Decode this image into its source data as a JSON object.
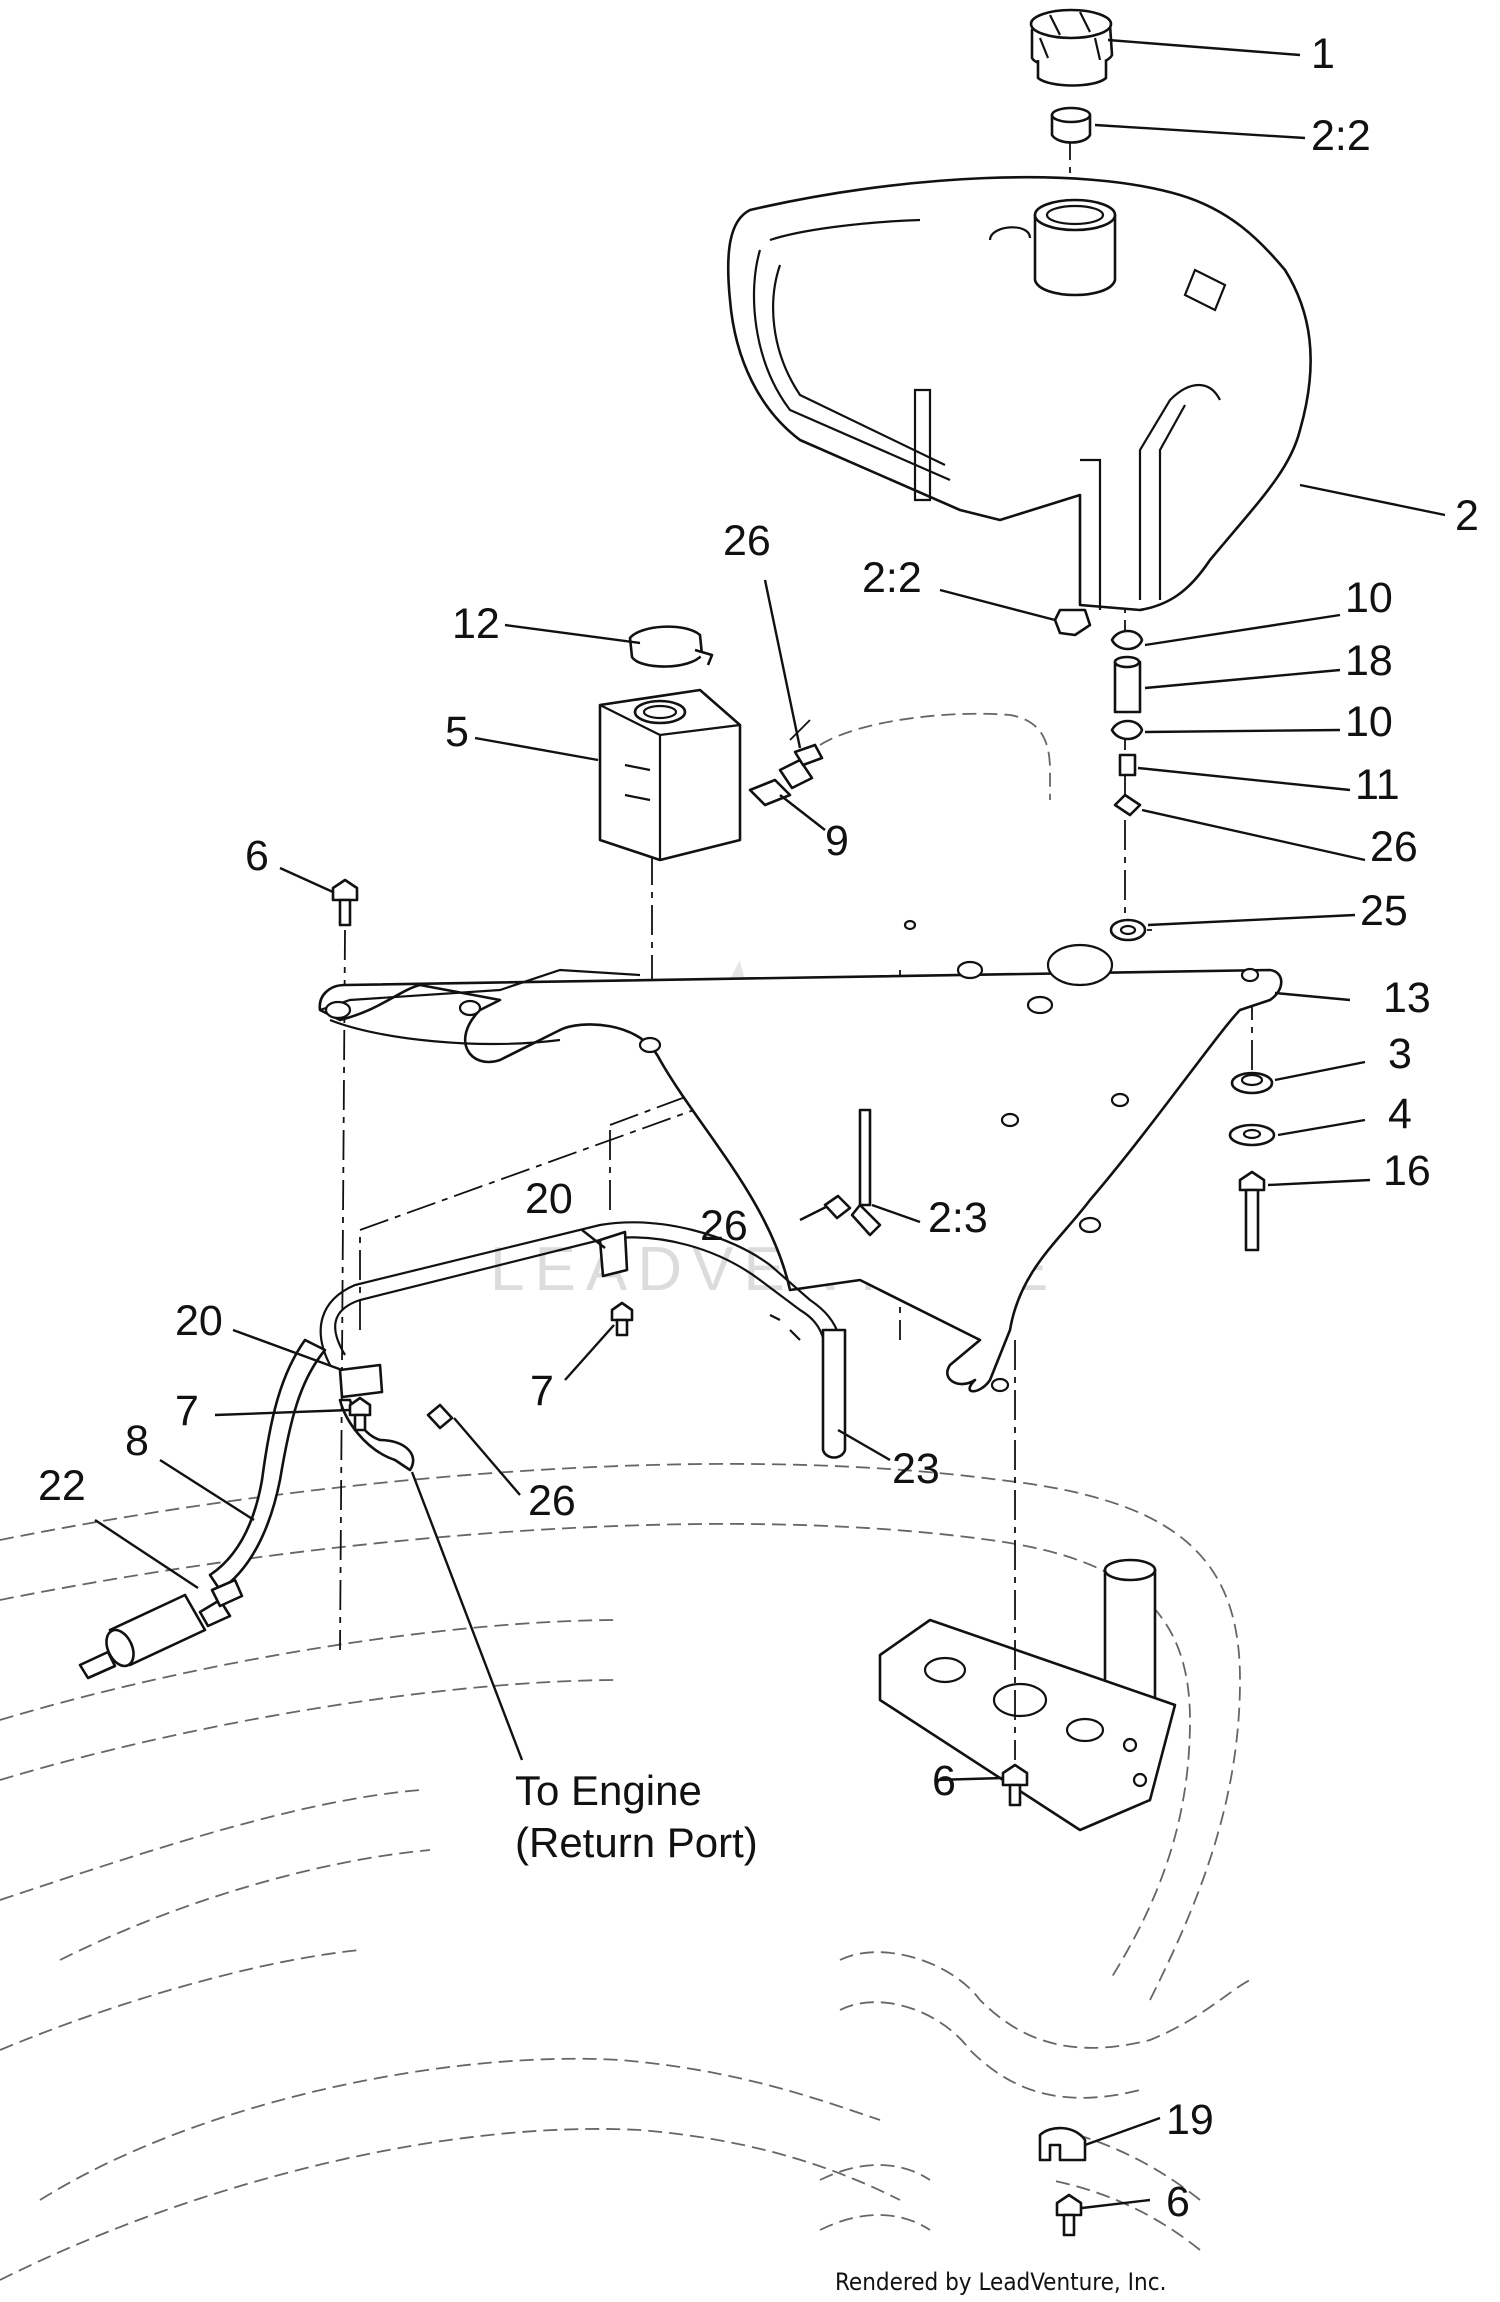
{
  "callouts": [
    {
      "text": "1"
    },
    {
      "text": "2:2"
    },
    {
      "text": "2"
    },
    {
      "text": "2:2"
    },
    {
      "text": "10"
    },
    {
      "text": "18"
    },
    {
      "text": "10"
    },
    {
      "text": "11"
    },
    {
      "text": "26"
    },
    {
      "text": "25"
    },
    {
      "text": "13"
    },
    {
      "text": "3"
    },
    {
      "text": "4"
    },
    {
      "text": "16"
    },
    {
      "text": "26"
    },
    {
      "text": "12"
    },
    {
      "text": "5"
    },
    {
      "text": "9"
    },
    {
      "text": "6"
    },
    {
      "text": "2:3"
    },
    {
      "text": "20"
    },
    {
      "text": "26"
    },
    {
      "text": "20"
    },
    {
      "text": "7"
    },
    {
      "text": "7"
    },
    {
      "text": "8"
    },
    {
      "text": "22"
    },
    {
      "text": "26"
    },
    {
      "text": "23"
    },
    {
      "text": "6"
    },
    {
      "text": "19"
    },
    {
      "text": "6"
    }
  ],
  "note": {
    "line1": "To Engine",
    "line2": "(Return Port)"
  },
  "credit": "Rendered by LeadVenture, Inc.",
  "watermark": "LEADVENTURE"
}
